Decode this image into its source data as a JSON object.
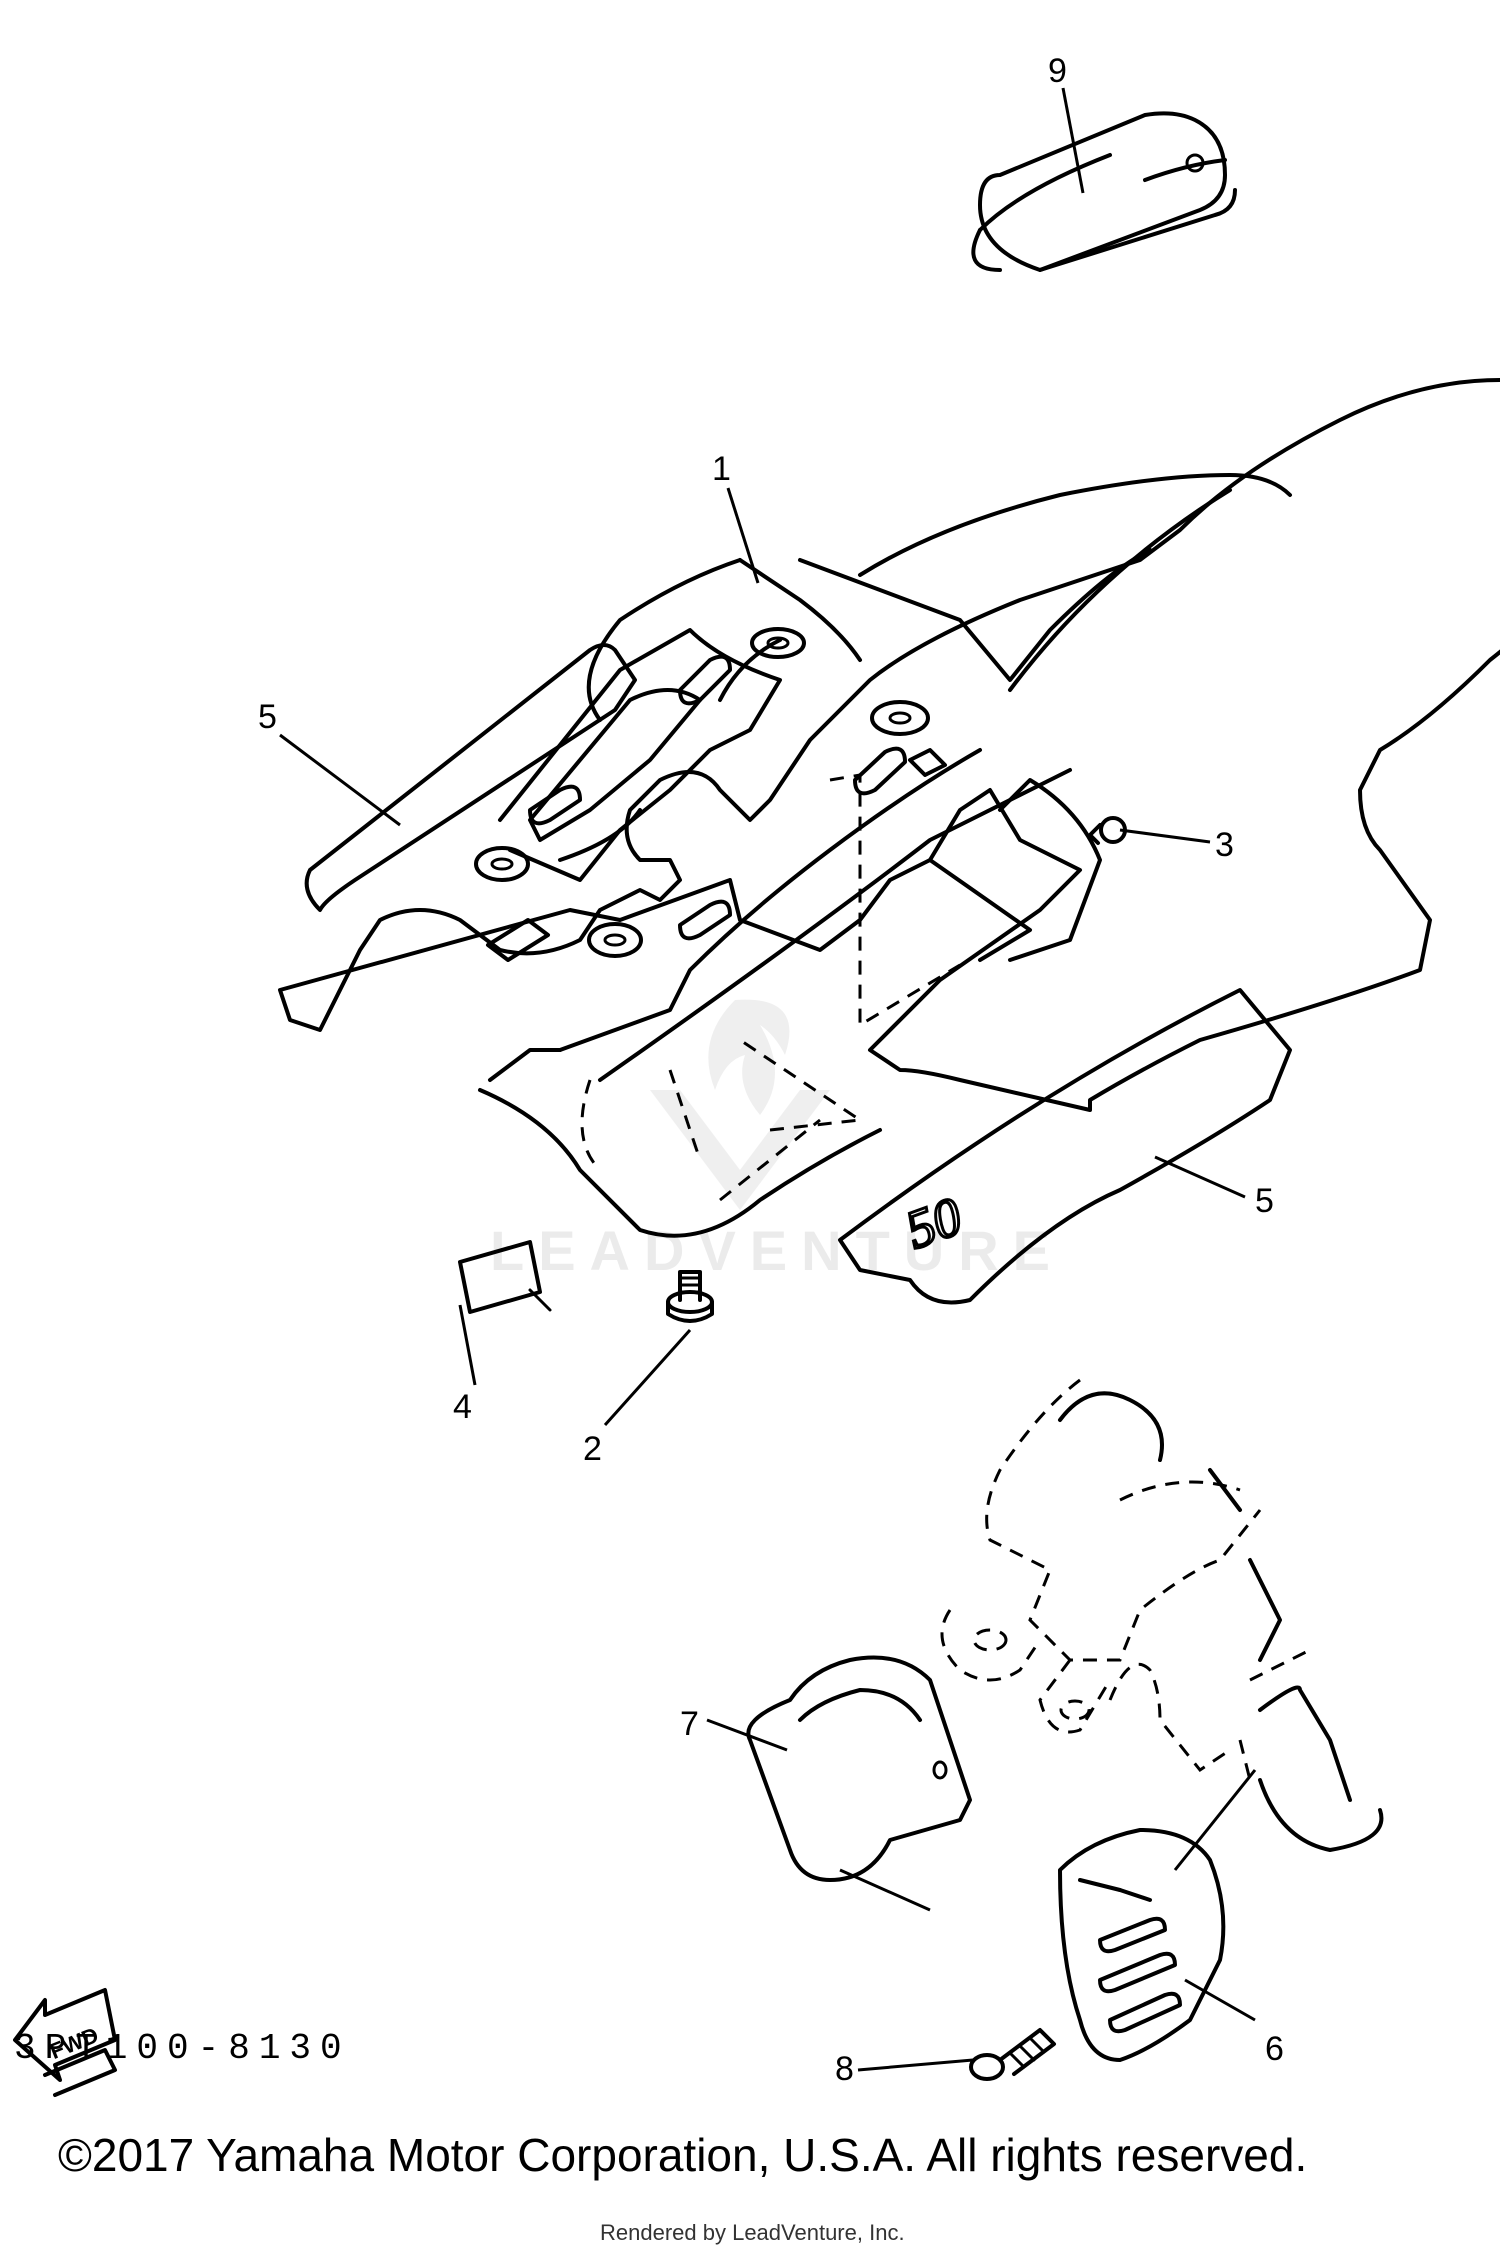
{
  "diagram": {
    "part_code": "3PT100-8130",
    "copyright": "©2017 Yamaha Motor Corporation, U.S.A. All rights reserved.",
    "rendered_by": "Rendered by LeadVenture, Inc.",
    "watermark": "LEADVENTURE",
    "fwd_label": "FWD",
    "callouts": [
      {
        "id": "9",
        "label": "9"
      },
      {
        "id": "1",
        "label": "1"
      },
      {
        "id": "5a",
        "label": "5"
      },
      {
        "id": "3",
        "label": "3"
      },
      {
        "id": "5b",
        "label": "5"
      },
      {
        "id": "4",
        "label": "4"
      },
      {
        "id": "2",
        "label": "2"
      },
      {
        "id": "7",
        "label": "7"
      },
      {
        "id": "8",
        "label": "8"
      },
      {
        "id": "6",
        "label": "6"
      }
    ],
    "decal_text": "50"
  }
}
